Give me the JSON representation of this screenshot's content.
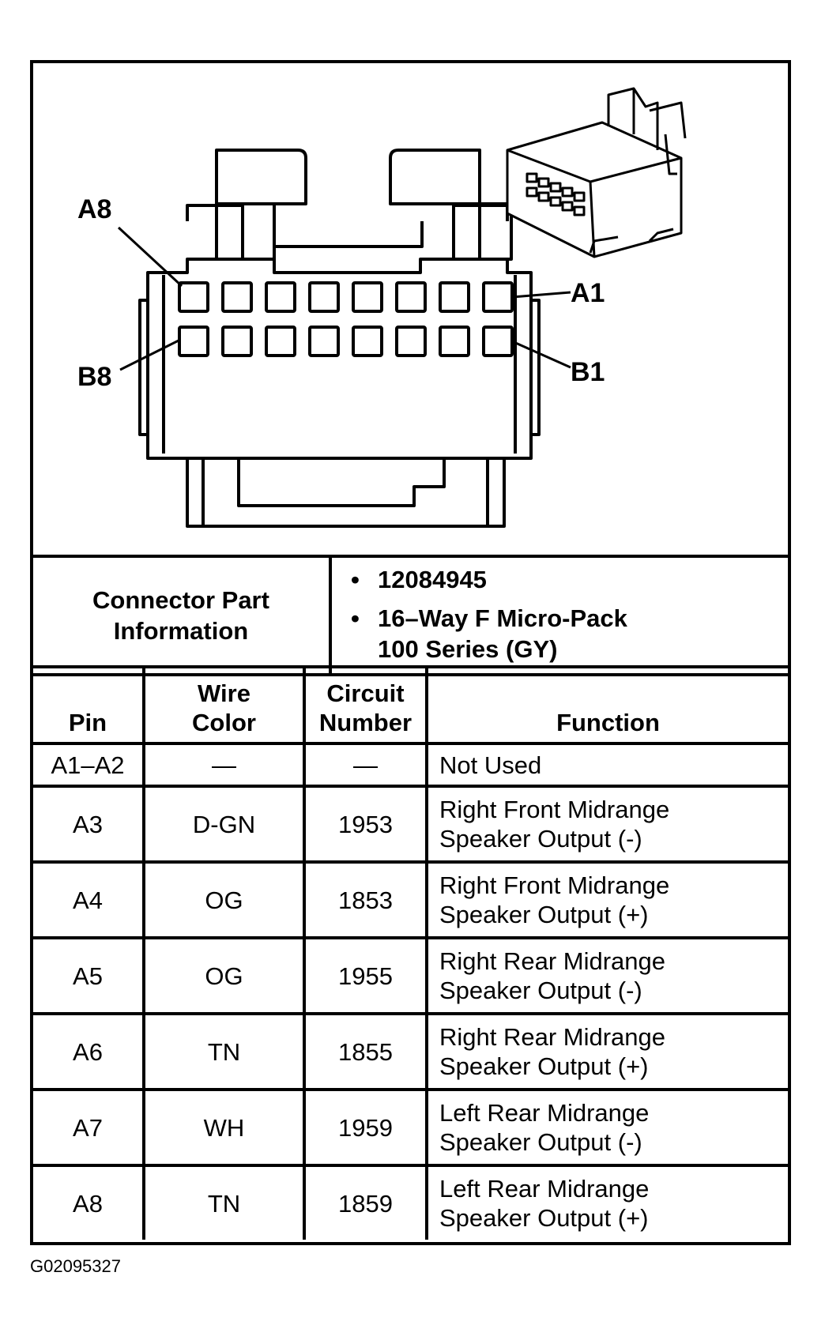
{
  "diagram": {
    "labels": {
      "a8": "A8",
      "a1": "A1",
      "b8": "B8",
      "b1": "B1"
    }
  },
  "connector_info": {
    "label_line1": "Connector Part",
    "label_line2": "Information",
    "part_number": "12084945",
    "description_line1": "16–Way F Micro-Pack",
    "description_line2": "100 Series (GY)",
    "bullet": "•"
  },
  "pin_table": {
    "headers": {
      "pin": "Pin",
      "wire_line1": "Wire",
      "wire_line2": "Color",
      "circuit_line1": "Circuit",
      "circuit_line2": "Number",
      "function": "Function"
    },
    "rows": [
      {
        "pin": "A1–A2",
        "wire": "—",
        "circuit": "—",
        "function_line1": "Not Used",
        "function_line2": ""
      },
      {
        "pin": "A3",
        "wire": "D-GN",
        "circuit": "1953",
        "function_line1": "Right Front Midrange",
        "function_line2": "Speaker Output (-)"
      },
      {
        "pin": "A4",
        "wire": "OG",
        "circuit": "1853",
        "function_line1": "Right Front Midrange",
        "function_line2": "Speaker Output (+)"
      },
      {
        "pin": "A5",
        "wire": "OG",
        "circuit": "1955",
        "function_line1": "Right Rear Midrange",
        "function_line2": "Speaker Output (-)"
      },
      {
        "pin": "A6",
        "wire": "TN",
        "circuit": "1855",
        "function_line1": "Right Rear Midrange",
        "function_line2": "Speaker Output (+)"
      },
      {
        "pin": "A7",
        "wire": "WH",
        "circuit": "1959",
        "function_line1": "Left Rear Midrange",
        "function_line2": "Speaker Output (-)"
      },
      {
        "pin": "A8",
        "wire": "TN",
        "circuit": "1859",
        "function_line1": "Left Rear Midrange",
        "function_line2": "Speaker Output (+)"
      }
    ]
  },
  "figure_id": "G02095327"
}
